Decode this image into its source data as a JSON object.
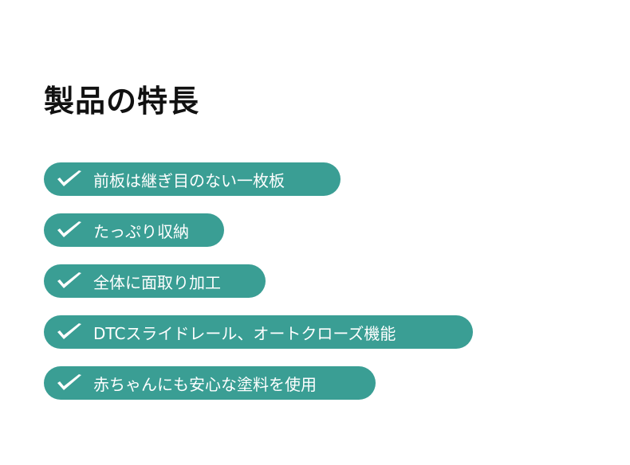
{
  "title": "製品の特長",
  "features": [
    "前板は継ぎ目のない一枚板",
    "たっぷり収納",
    "全体に面取り加工",
    "DTCスライドレール、オートクローズ機能",
    "赤ちゃんにも安心な塗料を使用"
  ],
  "accent": "#3a9e94"
}
